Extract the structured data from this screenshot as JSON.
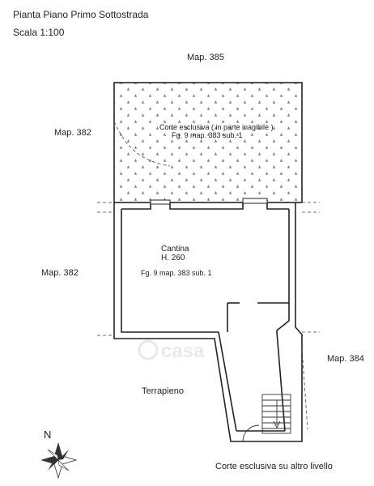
{
  "header": {
    "title": "Pianta Piano Primo Sottostrada",
    "scale": "Scala 1:100"
  },
  "neighbours": {
    "top": "Map. 385",
    "left_upper": "Map. 382",
    "left_lower": "Map. 382",
    "right": "Map. 384"
  },
  "rooms": {
    "court_label": "Corte esclusiva ( in parte inagibile )",
    "court_ref": "Fg. 9 map. 383 sub. 1",
    "cellar_name": "Cantina",
    "cellar_height": "H. 260",
    "cellar_ref": "Fg. 9 map. 383 sub. 1"
  },
  "annotations": {
    "terrapieno": "Terrapieno",
    "corte_altro": "Corte esclusiva su altro livello"
  },
  "compass": {
    "north": "N",
    "icon": "compass-rose-icon"
  },
  "watermark": {
    "text": "casa"
  }
}
